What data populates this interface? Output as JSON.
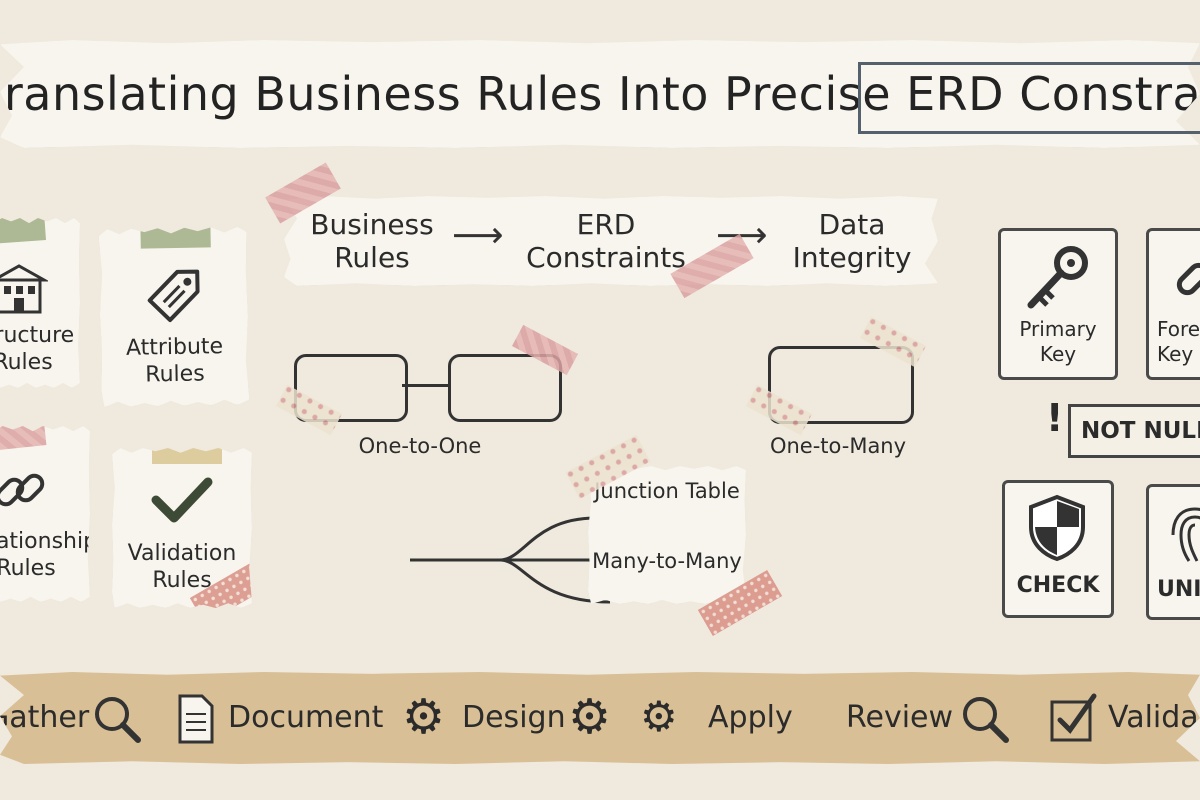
{
  "title": {
    "text": "Translating Business Rules Into Precise ERD Constraints"
  },
  "left_notes": [
    {
      "label": "Structure Rules",
      "icon": "building-icon"
    },
    {
      "label": "Attribute Rules",
      "icon": "tag-icon"
    },
    {
      "label": "Relationship Rules",
      "icon": "chain-link-icon"
    },
    {
      "label": "Validation Rules",
      "icon": "checkmark-icon"
    }
  ],
  "flow": {
    "item1": "Business Rules",
    "item2": "ERD Constraints",
    "item3": "Data Integrity"
  },
  "relationships": {
    "one_to_one": "One-to-One",
    "one_to_many": "One-to-Many",
    "junction": "Junction Table",
    "many_to_many": "Many-to-Many"
  },
  "constraints": {
    "primary_key": "Primary Key",
    "foreign_key": "Foreign Key",
    "not_null": "NOT NULL",
    "check": "CHECK",
    "unique": "UNIQUE"
  },
  "steps": [
    {
      "label": "Gather",
      "icon": "magnifier-icon"
    },
    {
      "label": "Document",
      "icon": "document-icon"
    },
    {
      "label": "Design",
      "icon": "gear-icon"
    },
    {
      "label": "Apply",
      "icon": "gear-database-icon"
    },
    {
      "label": "Review",
      "icon": "magnifier-icon"
    },
    {
      "label": "Validate",
      "icon": "checkbox-icon"
    }
  ],
  "colors": {
    "background": "#efe9de",
    "paper": "#f8f5ee",
    "tape_green": "#9fae84",
    "tape_pink": "#d9a0a0",
    "bottom_strip": "#d9bf95",
    "ink": "#2b2b2b"
  }
}
